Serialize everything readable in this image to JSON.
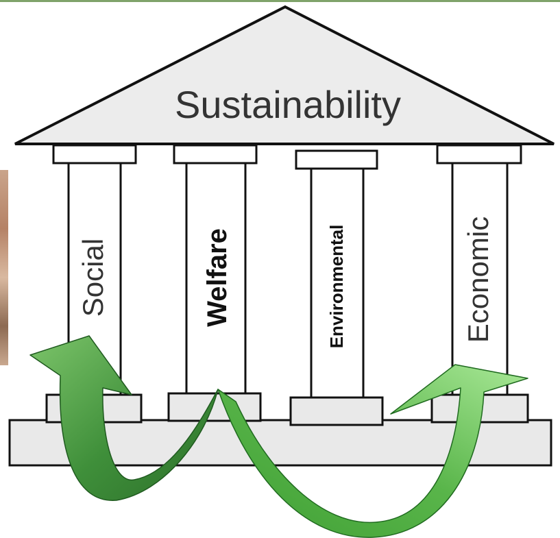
{
  "diagram": {
    "roof_label": "Sustainability",
    "pillars": [
      {
        "label": "Social",
        "bold": false
      },
      {
        "label": "Welfare",
        "bold": true
      },
      {
        "label": "Environmental",
        "bold": true
      },
      {
        "label": "Economic",
        "bold": false
      }
    ],
    "colors": {
      "roof_fill": "#ececec",
      "outline": "#111111",
      "pillar_fill": "#ffffff",
      "plinth_fill": "#e9e9e9",
      "arrow_dark": "#2f7d2f",
      "arrow_light": "#9fe08c"
    },
    "arrows": [
      {
        "name": "arrow-welfare-to-social",
        "direction": "welfare to social"
      },
      {
        "name": "arrow-welfare-to-economic",
        "direction": "welfare to economic"
      }
    ]
  }
}
